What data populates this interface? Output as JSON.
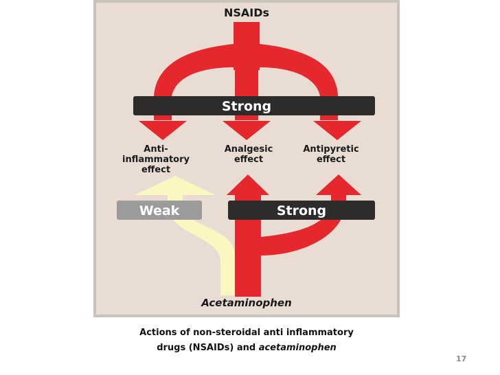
{
  "diagram": {
    "source_label": "NSAIDs",
    "nsaid_strength": "Strong",
    "effects": {
      "anti_inflammatory": [
        "Anti-",
        "inflammatory",
        "effect"
      ],
      "analgesic": [
        "Analgesic",
        "effect"
      ],
      "antipyretic": [
        "Antipyretic",
        "effect"
      ]
    },
    "acetaminophen_weak": "Weak",
    "acetaminophen_strong": "Strong",
    "bottom_source_label": "Acetaminophen",
    "colors": {
      "background": "#e8dcd3",
      "frame": "#c8c2bb",
      "red_arrow": "#e4282d",
      "weak_arrow": "#fbf7c0",
      "dark_bar": "#2e2b2b",
      "weak_bar": "#9c9b9b"
    }
  },
  "caption": {
    "line1": "Actions of non-steroidal anti inflammatory",
    "line2_prefix": "drugs (NSAIDs) and ",
    "line2_italic": "acetaminophen"
  },
  "slide_number": "17"
}
